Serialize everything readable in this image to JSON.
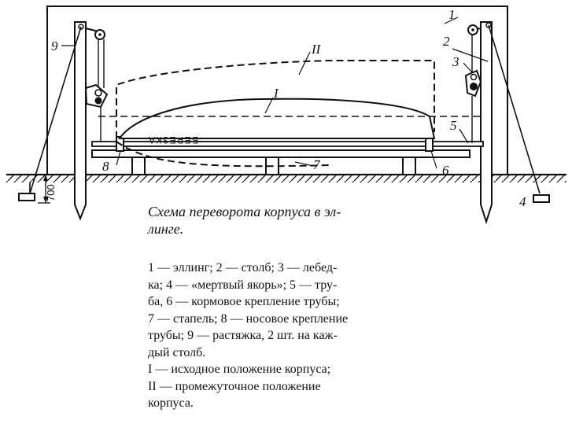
{
  "labels": {
    "n1": "1",
    "n2": "2",
    "n3": "3",
    "n4": "4",
    "n5": "5",
    "n6": "6",
    "n7": "7",
    "n8": "8",
    "n9": "9",
    "roman1": "I",
    "roman2": "II",
    "hull_name": "БЕРЕЗКА",
    "dimension": "700"
  },
  "caption": {
    "line1": "Схема переворота корпуса в эл-",
    "line2": "линге."
  },
  "legend": {
    "l1": "1 — эллинг;  2 — столб;  3 — лебед-",
    "l2": "ка; 4 — «мертвый якорь»; 5 — тру-",
    "l3": "ба, 6 — кормовое крепление трубы;",
    "l4": "7 — стапель; 8 — носовое крепление",
    "l5": "трубы; 9 — растяжка, 2 шт. на каж-",
    "l6": "дый столб.",
    "l7": "I — исходное положение корпуса;",
    "l8": "II — промежуточное положение",
    "l9": "корпуса."
  }
}
